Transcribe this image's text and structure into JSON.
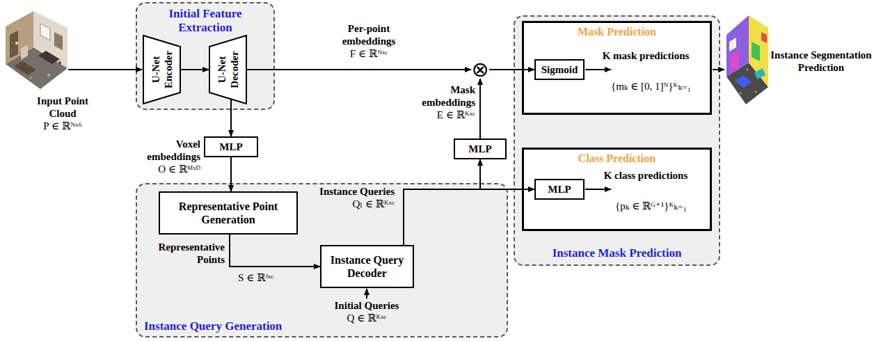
{
  "diagram": {
    "nodes": [
      {
        "text": [
          "Initial Feature Extraction"
        ]
      },
      {
        "text": [
          "U-Net Encoder"
        ],
        "in": 0
      },
      {
        "text": [
          "U-Net Decoder"
        ],
        "in": 0
      },
      {
        "text": [
          "MLP"
        ]
      },
      {
        "text": [
          "Instance Query Generation"
        ]
      },
      {
        "text": [
          "Representative Point Generation"
        ],
        "in": 4
      },
      {
        "text": [
          "Instance Query Decoder"
        ],
        "in": 4
      },
      {
        "text": [
          "MLP"
        ]
      },
      {
        "text": [
          "⊗"
        ]
      },
      {
        "text": [
          "Instance Mask Prediction"
        ]
      },
      {
        "text": [
          "Mask Prediction",
          "K mask predictions",
          "{mₖ ∈ [0, 1]ᴺ}ᴷₖ₌₁"
        ],
        "in": 9
      },
      {
        "text": [
          "Sigmoid"
        ],
        "in": 10
      },
      {
        "text": [
          "Class Prediction",
          "K class predictions",
          "{pₖ ∈ ℝᴳ⁺¹}ᴷₖ₌₁"
        ],
        "in": 9
      },
      {
        "text": [
          "MLP"
        ],
        "in": 12
      }
    ],
    "edges": [
      {
        "from": 1,
        "to": 2,
        "arrow": "to"
      },
      {
        "from": 2,
        "to": 8,
        "arrow": "to"
      },
      {
        "from": 2,
        "to": 3,
        "arrow": "to"
      },
      {
        "from": 3,
        "to": 5,
        "arrow": "to"
      },
      {
        "from": 5,
        "to": 6,
        "arrow": "to"
      },
      {
        "from": 6,
        "to": 7,
        "arrow": "to"
      },
      {
        "from": 6,
        "to": 13,
        "arrow": "to"
      },
      {
        "from": 7,
        "to": 8,
        "arrow": "to"
      },
      {
        "from": 8,
        "to": 11,
        "arrow": "to"
      }
    ],
    "labels": [
      "Input Point Cloud",
      "P ∈ ℝᴺˣ⁶",
      "Per-point embeddings",
      "F ∈ ℝᴺˣᶜ",
      "Voxel embeddings",
      "O ∈ ℝᴹˣᴰ",
      "Mask embeddings",
      "E ∈ ℝᴷˣᶜ",
      "Instance Queries",
      "Qₗ ∈ ℝᴷˣᶜ",
      "Representative Points",
      "S ∈ ℝᴶˣᶜ",
      "Initial Queries",
      "Q ∈ ℝᴷˣᶜ",
      "Instance Segmentation Prediction"
    ]
  }
}
